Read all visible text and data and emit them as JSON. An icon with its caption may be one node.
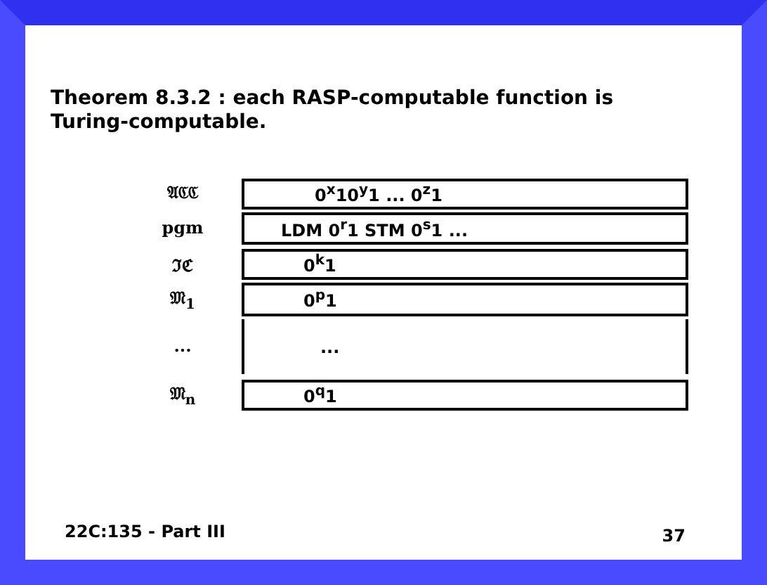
{
  "diagram": {
    "title": "Theorem 8.3.2 : each RASP-computable function is Turing-computable.",
    "nodes": [
      {
        "text": [
          "0$^{x}$10$^{y}$1 ... 0$^{z}$1"
        ],
        "beside": [
          "𝔄ℭℭ"
        ]
      },
      {
        "text": [
          "LDM 0$^{r}$1 STM 0$^{s}$1 ..."
        ],
        "beside": [
          "pgm"
        ]
      },
      {
        "text": [
          "0$^{k}$1"
        ],
        "beside": [
          "ℑℭ"
        ]
      },
      {
        "text": [
          "0$^{p}$1"
        ],
        "beside": [
          "𝔐$_{1}$"
        ]
      },
      {
        "text": [
          "..."
        ],
        "beside": [
          "..."
        ]
      },
      {
        "text": [
          "0$^{q}$1"
        ],
        "beside": [
          "𝔐$_{n}$"
        ]
      }
    ],
    "labels": [
      "22C:135 - Part III",
      "37"
    ]
  }
}
